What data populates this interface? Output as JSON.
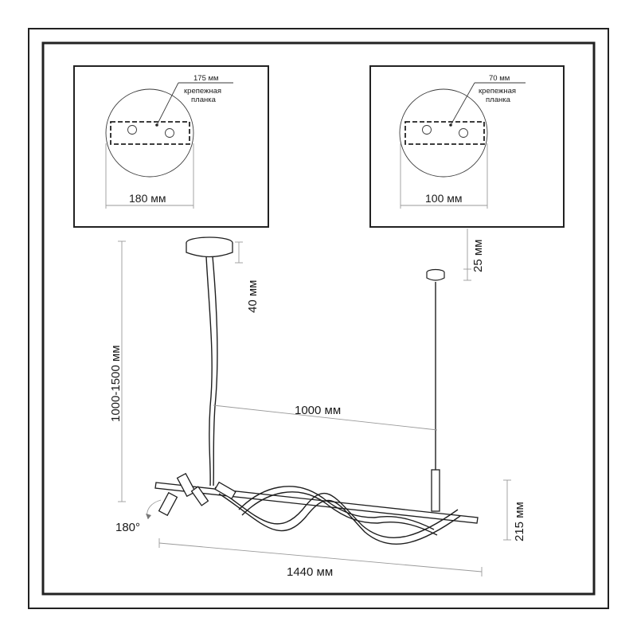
{
  "left_detail": {
    "width_label": "175 мм",
    "plate_label_line1": "крепежная",
    "plate_label_line2": "планка",
    "diameter_label": "180 мм"
  },
  "right_detail": {
    "width_label": "70 мм",
    "plate_label_line1": "крепежная",
    "plate_label_line2": "планка",
    "diameter_label": "100 мм"
  },
  "dimensions": {
    "suspension_height": "1000-1500 мм",
    "left_canopy_height": "40 мм",
    "right_canopy_height": "25 мм",
    "canopy_spacing": "1000 мм",
    "fixture_height": "215 мм",
    "total_length": "1440 мм",
    "rotation": "180°"
  }
}
